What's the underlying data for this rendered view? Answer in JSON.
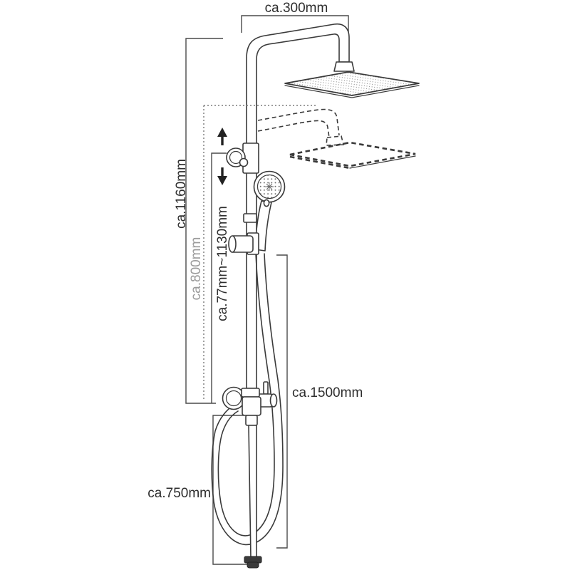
{
  "diagram": {
    "kind": "technical-dimension-drawing",
    "subject": "shower column with square rain head, hand shower, diverter valve and hose",
    "background_color": "#ffffff",
    "line_color": "#3a3a3a",
    "dim_line_color": "#4a4a4a",
    "gray_dim_color": "#9b9b9b",
    "labels": {
      "arm_width": "ca.300mm",
      "column_height": "ca.1160mm",
      "lower_head_height": "ca.800mm",
      "slider_range": "ca.77mm~1130mm",
      "hose_length": "ca.1500mm",
      "lower_section": "ca.750mm"
    },
    "icons": [
      {
        "name": "arrow-up-icon",
        "glyph": "▲",
        "meaning": "slider adjusts upward"
      },
      {
        "name": "arrow-down-icon",
        "glyph": "▼",
        "meaning": "slider adjusts downward"
      }
    ]
  }
}
